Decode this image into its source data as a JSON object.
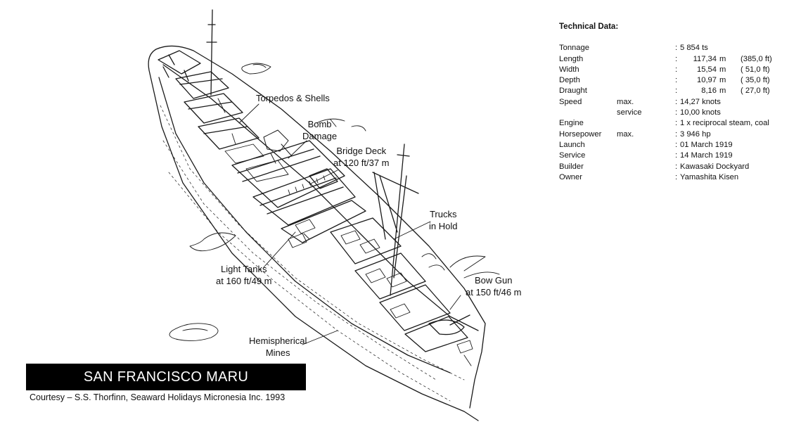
{
  "diagram": {
    "title": "SAN FRANCISCO MARU",
    "credit": "Courtesy – S.S. Thorfinn, Seaward Holidays Micronesia Inc. 1993",
    "callouts": {
      "torpedos": [
        "Torpedos & Shells"
      ],
      "bomb": [
        "Bomb",
        "Damage"
      ],
      "bridge": [
        "Bridge Deck",
        "at 120 ft/37 m"
      ],
      "trucks": [
        "Trucks",
        "in Hold"
      ],
      "tanks": [
        "Light Tanks",
        "at 160 ft/49 m"
      ],
      "bowgun": [
        "Bow Gun",
        "at 150 ft/46 m"
      ],
      "mines": [
        "Hemispherical",
        "Mines"
      ]
    }
  },
  "technical_data": {
    "heading": "Technical Data:",
    "rows": [
      {
        "label": "Tonnage",
        "qualifier": "",
        "value": "5 854 ts",
        "metric": "",
        "unit": "",
        "imperial": ""
      },
      {
        "label": "Length",
        "qualifier": "",
        "value": "",
        "metric": "117,34",
        "unit": "m",
        "imperial": "(385,0 ft)"
      },
      {
        "label": "Width",
        "qualifier": "",
        "value": "",
        "metric": "15,54",
        "unit": "m",
        "imperial": "(  51,0 ft)"
      },
      {
        "label": "Depth",
        "qualifier": "",
        "value": "",
        "metric": "10,97",
        "unit": "m",
        "imperial": "(  35,0 ft)"
      },
      {
        "label": "Draught",
        "qualifier": "",
        "value": "",
        "metric": "8,16",
        "unit": "m",
        "imperial": "(  27,0 ft)"
      },
      {
        "label": "Speed",
        "qualifier": "max.",
        "value": "14,27 knots",
        "metric": "",
        "unit": "",
        "imperial": ""
      },
      {
        "label": "",
        "qualifier": "service",
        "value": "10,00 knots",
        "metric": "",
        "unit": "",
        "imperial": ""
      },
      {
        "label": "Engine",
        "qualifier": "",
        "value": "1 x reciprocal steam, coal",
        "metric": "",
        "unit": "",
        "imperial": ""
      },
      {
        "label": "Horsepower",
        "qualifier": "max.",
        "value": "3 946 hp",
        "metric": "",
        "unit": "",
        "imperial": ""
      },
      {
        "label": "Launch",
        "qualifier": "",
        "value": "01 March 1919",
        "metric": "",
        "unit": "",
        "imperial": ""
      },
      {
        "label": "Service",
        "qualifier": "",
        "value": "14 March 1919",
        "metric": "",
        "unit": "",
        "imperial": ""
      },
      {
        "label": "Builder",
        "qualifier": "",
        "value": "Kawasaki Dockyard",
        "metric": "",
        "unit": "",
        "imperial": ""
      },
      {
        "label": "Owner",
        "qualifier": "",
        "value": "Yamashita Kisen",
        "metric": "",
        "unit": "",
        "imperial": ""
      }
    ],
    "colon": ":"
  }
}
